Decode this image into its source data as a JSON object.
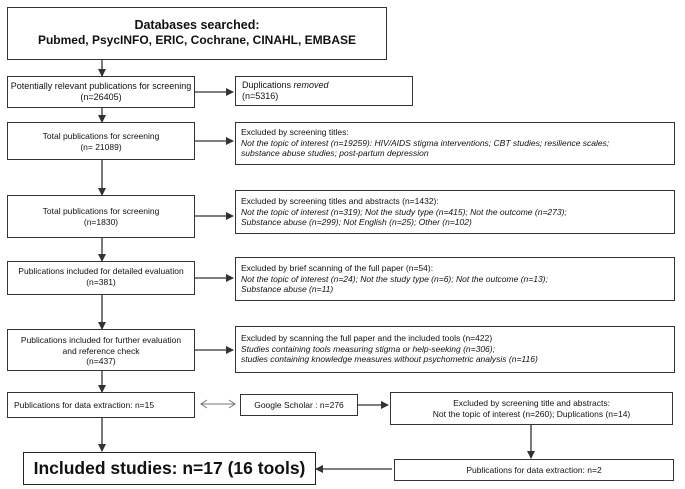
{
  "databases": {
    "title": "Databases searched:",
    "list": "Pubmed, PsycINFO, ERIC, Cochrane, CINAHL, EMBASE"
  },
  "step1": {
    "text": "Potentially relevant  publications for screening",
    "count": "(n=26405)"
  },
  "duplications": {
    "label": "Duplications ",
    "label_italic": "removed",
    "count": "(n=5316)"
  },
  "step2": {
    "text": "Total publications for screening",
    "count": "(n= 21089)"
  },
  "excl_titles": {
    "heading": "Excluded by screening titles:",
    "lines": [
      "Not the topic of interest (n=19259):  HIV/AIDS stigma interventions;  CBT studies; resilience scales;",
      "substance abuse studies; post-partum depression"
    ]
  },
  "step3": {
    "text": "Total publications for screening",
    "count": "(n=1830)"
  },
  "excl_abstracts": {
    "heading": "Excluded by screening titles and abstracts (n=1432):",
    "lines": [
      "Not  the  topic of interest (n=319);  Not the study type (n=415);  Not the outcome (n=273);",
      "Substance abuse (n=299);  Not English (n=25);  Other (n=102)"
    ]
  },
  "step4": {
    "text": "Publications included for detailed evaluation",
    "count": "(n=381)"
  },
  "excl_brief": {
    "heading": "Excluded by brief scanning of the  full paper (n=54):",
    "lines": [
      "Not  the  topic of interest (n=24);  Not the study type (n=6);  Not the outcome (n=13);",
      "Substance abuse (n=11)"
    ]
  },
  "step5": {
    "lines": [
      "Publications included for further evaluation",
      "and reference check"
    ],
    "count": "(n=437)"
  },
  "excl_full": {
    "heading": "Excluded by scanning the full paper and the included tools  (n=422)",
    "lines": [
      "Studies containing tools measuring  stigma or help-seeking (n=306);",
      "studies containing knowledge measures without psychometric analysis (n=116)"
    ]
  },
  "step6": {
    "text": "Publications for data extraction: n=15"
  },
  "google": {
    "text": "Google Scholar : n=276"
  },
  "excl_google": {
    "heading": "Excluded by screening title and abstracts:",
    "line": "Not the topic of interest (n=260);  Duplications (n=14)"
  },
  "step7": {
    "text": "Publications for data extraction: n=2"
  },
  "included": {
    "text": "Included studies:  n=17 (16 tools)"
  },
  "colors": {
    "line": "#333333",
    "border": "#333333"
  }
}
